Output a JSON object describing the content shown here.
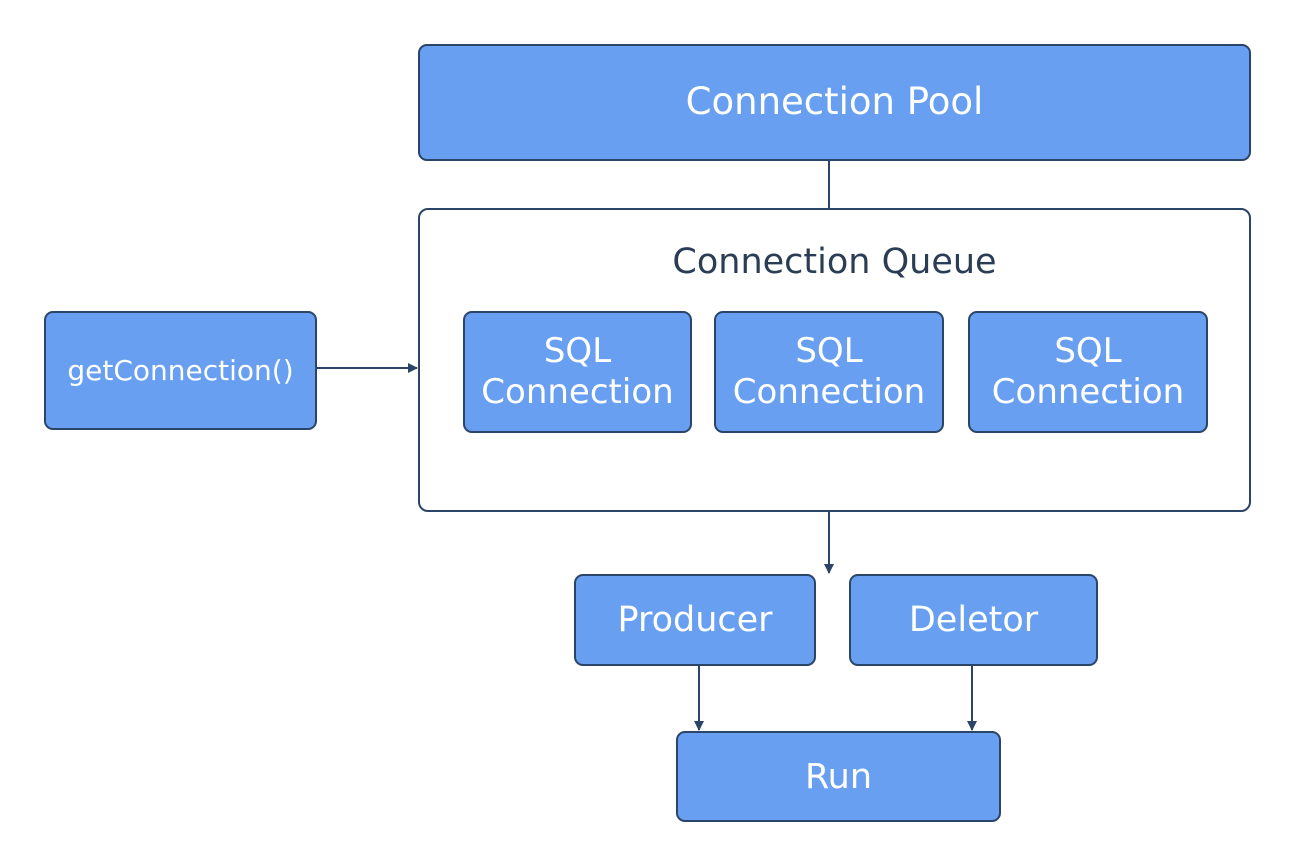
{
  "diagram": {
    "pool": {
      "label": "Connection Pool"
    },
    "queue": {
      "title": "Connection Queue",
      "connections": [
        {
          "line1": "SQL",
          "line2": "Connection"
        },
        {
          "line1": "SQL",
          "line2": "Connection"
        },
        {
          "line1": "SQL",
          "line2": "Connection"
        }
      ]
    },
    "get_connection": {
      "label": "getConnection()"
    },
    "producer": {
      "label": "Producer"
    },
    "deletor": {
      "label": "Deletor"
    },
    "run": {
      "label": "Run"
    },
    "colors": {
      "node_fill": "#689ff0",
      "border": "#2b4568",
      "title_text": "#2b3d55",
      "node_text": "#ffffff"
    }
  }
}
